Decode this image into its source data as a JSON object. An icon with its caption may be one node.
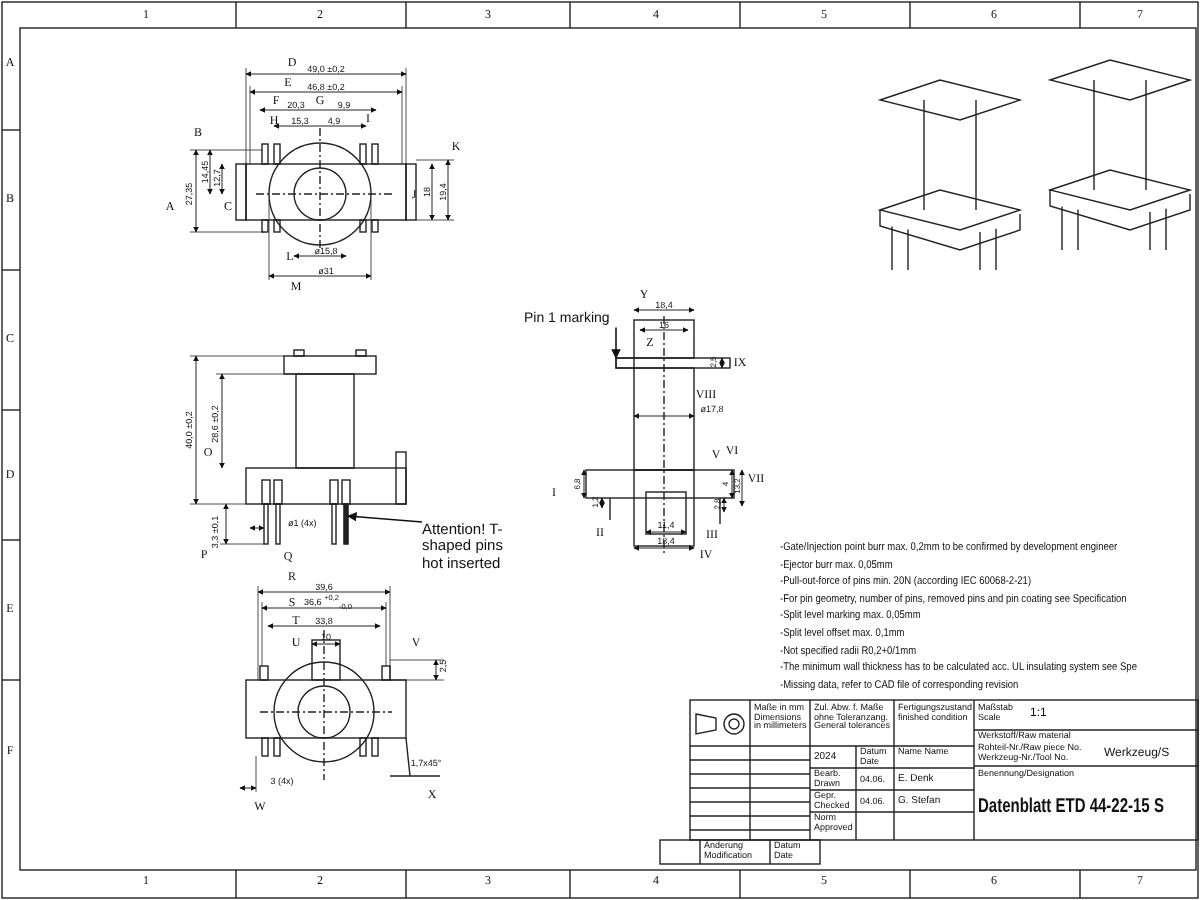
{
  "diagram": {
    "nodes": [
      {
        "text": [
          "Pin 1 marking"
        ]
      },
      {
        "text": [
          "Attention! T-shaped pins hot inserted"
        ]
      },
      {
        "text": [],
        "shape": "box"
      },
      {
        "text": [],
        "shape": "bar"
      }
    ],
    "edges": [
      {
        "from": 0,
        "to": 2,
        "arrow": "to"
      },
      {
        "from": 1,
        "to": 3,
        "arrow": "to"
      }
    ],
    "labels": [
      "1",
      "2",
      "3",
      "4",
      "5",
      "6",
      "7",
      "A",
      "B",
      "C",
      "D",
      "E",
      "F",
      "D",
      "49,0 ±0,2",
      "E",
      "46,8 ±0,2",
      "F",
      "20,3",
      "G",
      "9,9",
      "H",
      "15,3",
      "4,9",
      "I",
      "B",
      "K",
      "A",
      "27,35",
      "14,45",
      "12,7",
      "C",
      "J",
      "18",
      "19,4",
      "L",
      "ø15,8",
      "ø31",
      "M",
      "40,0 ±0,2",
      "28,6 ±0,2",
      "O",
      "P",
      "3,3 ±0,1",
      "Q",
      "ø1 (4x)",
      "Y",
      "18,4",
      "16",
      "Z",
      "2,5",
      "IX",
      "VIII",
      "ø17,8",
      "I",
      "6,8",
      "1,2",
      "II",
      "V",
      "VI",
      "VII",
      "4",
      "13,2",
      "2,8",
      "III",
      "11,4",
      "18,4",
      "IV",
      "R",
      "39,6",
      "S",
      "36,6 $^{+0,2}$$_{-0,0}$",
      "T",
      "33,8",
      "U",
      "10",
      "V",
      "2,5",
      "1,7x45°",
      "X",
      "3 (4x)",
      "W",
      "-Gate/Injection point burr max. 0,2mm to be confirmed by development engineer",
      "-Ejector burr max. 0,05mm",
      "-Pull-out-force of pins min. 20N (according IEC 60068-2-21)",
      "-For pin geometry, number of pins, removed pins and pin coating see Specification",
      "-Split level marking max. 0,05mm",
      "-Split level offset max. 0,1mm",
      "-Not specified radii R0,2+0/1mm",
      "-The minimum wall thickness has to be calculated acc. UL insulating system see Spe",
      "-Missing data, refer to CAD file of corresponding revision",
      "Maße in mm Dimensions in millimeters",
      "Zul. Abw. f. Maße ohne Toleranzang. General tolerances",
      "Fertigungszustand finished condition",
      "Maßstab Scale",
      "1:1",
      "Werkstoff/Raw material",
      "Rohteil-Nr./Raw piece No.",
      "Werkzeug-Nr./Tool No.",
      "Werkzeug/S",
      "Benennung/Designation",
      "2024",
      "Datum Date",
      "Name Name",
      "Bearb. Drawn",
      "04.06.",
      "E. Denk",
      "Gepr. Checked",
      "04.06.",
      "G. Stefan",
      "Norm Approved",
      "Datenblatt ETD 44-22-15 S",
      "Änderung Modification",
      "Datum Date",
      "1",
      "2",
      "3",
      "4",
      "5",
      "6",
      "7"
    ]
  }
}
